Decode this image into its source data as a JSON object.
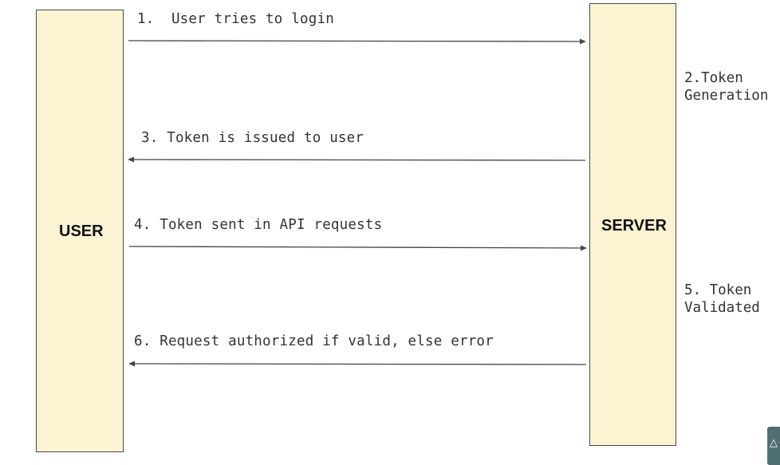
{
  "actors": {
    "user": "USER",
    "server": "SERVER"
  },
  "messages": [
    {
      "text": "1.  User tries to login",
      "direction": "user-to-server"
    },
    {
      "text": "3. Token is issued to user",
      "direction": "server-to-user"
    },
    {
      "text": "4. Token sent in API requests",
      "direction": "user-to-server"
    },
    {
      "text": "6. Request authorized if valid, else error",
      "direction": "server-to-user"
    }
  ],
  "notes": [
    {
      "text": "2.Token\nGeneration"
    },
    {
      "text": "5. Token\nValidated"
    }
  ],
  "colors": {
    "lifeline_fill": "#fcf3d3",
    "lifeline_border": "#4a4a4a",
    "arrow": "#444444",
    "text": "#333333",
    "badge": "#4f6f73"
  },
  "badge_icon": "graduation-cap-icon"
}
